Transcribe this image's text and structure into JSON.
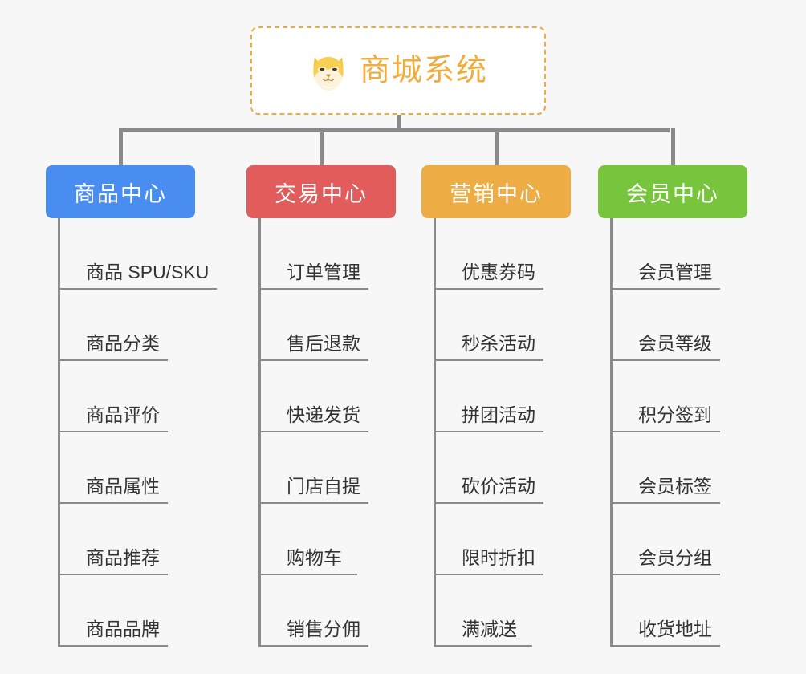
{
  "page": {
    "background_color": "#f7f7f7",
    "title": "商城系统"
  },
  "root": {
    "label": "商城系统",
    "icon": "shiba-dog-icon",
    "text_color": "#f0ac3d",
    "border_color": "#edab43"
  },
  "connector_color": "#8a8a8a",
  "columns": [
    {
      "header": "商品中心",
      "color": "#4a8df0",
      "items": [
        "商品 SPU/SKU",
        "商品分类",
        "商品评价",
        "商品属性",
        "商品推荐",
        "商品品牌"
      ]
    },
    {
      "header": "交易中心",
      "color": "#e25c5c",
      "items": [
        "订单管理",
        "售后退款",
        "快递发货",
        "门店自提",
        "购物车",
        "销售分佣"
      ]
    },
    {
      "header": "营销中心",
      "color": "#eead44",
      "items": [
        "优惠券码",
        "秒杀活动",
        "拼团活动",
        "砍价活动",
        "限时折扣",
        "满减送"
      ]
    },
    {
      "header": "会员中心",
      "color": "#77c43d",
      "items": [
        "会员管理",
        "会员等级",
        "积分签到",
        "会员标签",
        "会员分组",
        "收货地址"
      ]
    }
  ]
}
